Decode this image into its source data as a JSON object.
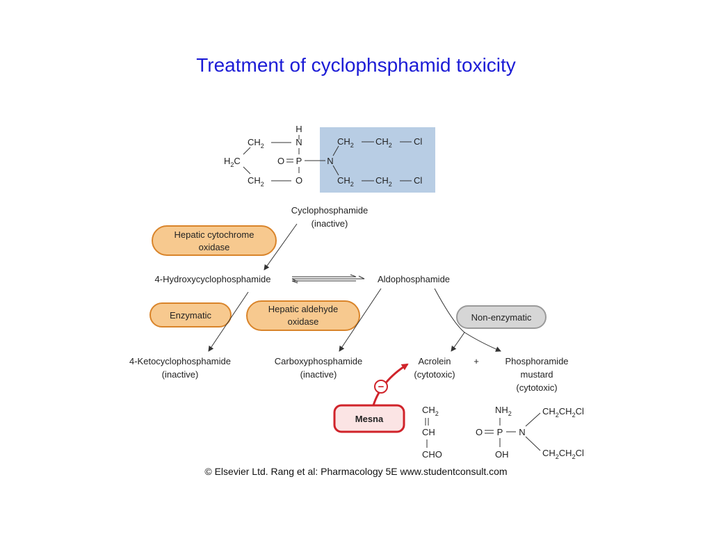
{
  "slide": {
    "title": "Treatment of cyclophsphamid toxicity"
  },
  "structure": {
    "h": "H",
    "ch2_top": "CH",
    "ch2_top_sub": "2",
    "n1": "N",
    "h2c": "H",
    "h2c_sub": "2",
    "h2c_c": "C",
    "o_eq": "O",
    "p": "P",
    "n2": "N",
    "ch2_bot": "CH",
    "ch2_bot_sub": "2",
    "o_ring": "O",
    "chain_top_1": "CH",
    "chain_top_1_sub": "2",
    "chain_top_2": "CH",
    "chain_top_2_sub": "2",
    "cl_top": "Cl",
    "chain_bot_1": "CH",
    "chain_bot_1_sub": "2",
    "chain_bot_2": "CH",
    "chain_bot_2_sub": "2",
    "cl_bot": "Cl",
    "highlight_color": "#b8cde4"
  },
  "nodes": {
    "cyclophosphamide": {
      "name": "Cyclophosphamide",
      "status": "(inactive)"
    },
    "hydroxy": {
      "name": "4-Hydroxycyclophosphamide"
    },
    "aldo": {
      "name": "Aldophosphamide"
    },
    "keto": {
      "name": "4-Ketocyclophosphamide",
      "status": "(inactive)"
    },
    "carboxy": {
      "name": "Carboxyphosphamide",
      "status": "(inactive)"
    },
    "acrolein": {
      "name": "Acrolein",
      "status": "(cytotoxic)"
    },
    "plus": "+",
    "phosphoramide": {
      "name_line1": "Phosphoramide",
      "name_line2": "mustard",
      "status": "(cytotoxic)"
    }
  },
  "enzymes": {
    "hepatic_cyto": {
      "line1": "Hepatic cytochrome",
      "line2": "oxidase"
    },
    "enzymatic": {
      "label": "Enzymatic"
    },
    "hepatic_ald": {
      "line1": "Hepatic aldehyde",
      "line2": "oxidase"
    },
    "non_enzymatic": {
      "label": "Non-enzymatic"
    },
    "mesna": {
      "label": "Mesna"
    },
    "inhibit_symbol": "−"
  },
  "acrolein_structure": {
    "ch2": "CH",
    "ch2_sub": "2",
    "ch": "CH",
    "cho": "CHO"
  },
  "mustard_structure": {
    "nh2": "NH",
    "nh2_sub": "2",
    "o": "O",
    "p": "P",
    "n": "N",
    "oh": "OH",
    "chain_top": "CH",
    "chain_top_s1": "2",
    "chain_top_mid": "CH",
    "chain_top_s2": "2",
    "chain_top_end": "Cl",
    "chain_bot": "CH",
    "chain_bot_s1": "2",
    "chain_bot_mid": "CH",
    "chain_bot_s2": "2",
    "chain_bot_end": "Cl"
  },
  "credit": {
    "text": "© Elsevier Ltd. Rang et al: Pharmacology 5E www.studentconsult.com"
  },
  "colors": {
    "title": "#1c1cd6",
    "orange_pill_fill": "#f7c98f",
    "orange_pill_stroke": "#d9842a",
    "grey_pill_fill": "#d6d6d6",
    "grey_pill_stroke": "#9a9a9a",
    "mesna_fill": "#fbe4e4",
    "mesna_stroke": "#d0232a",
    "inhibit_red": "#d0232a"
  }
}
